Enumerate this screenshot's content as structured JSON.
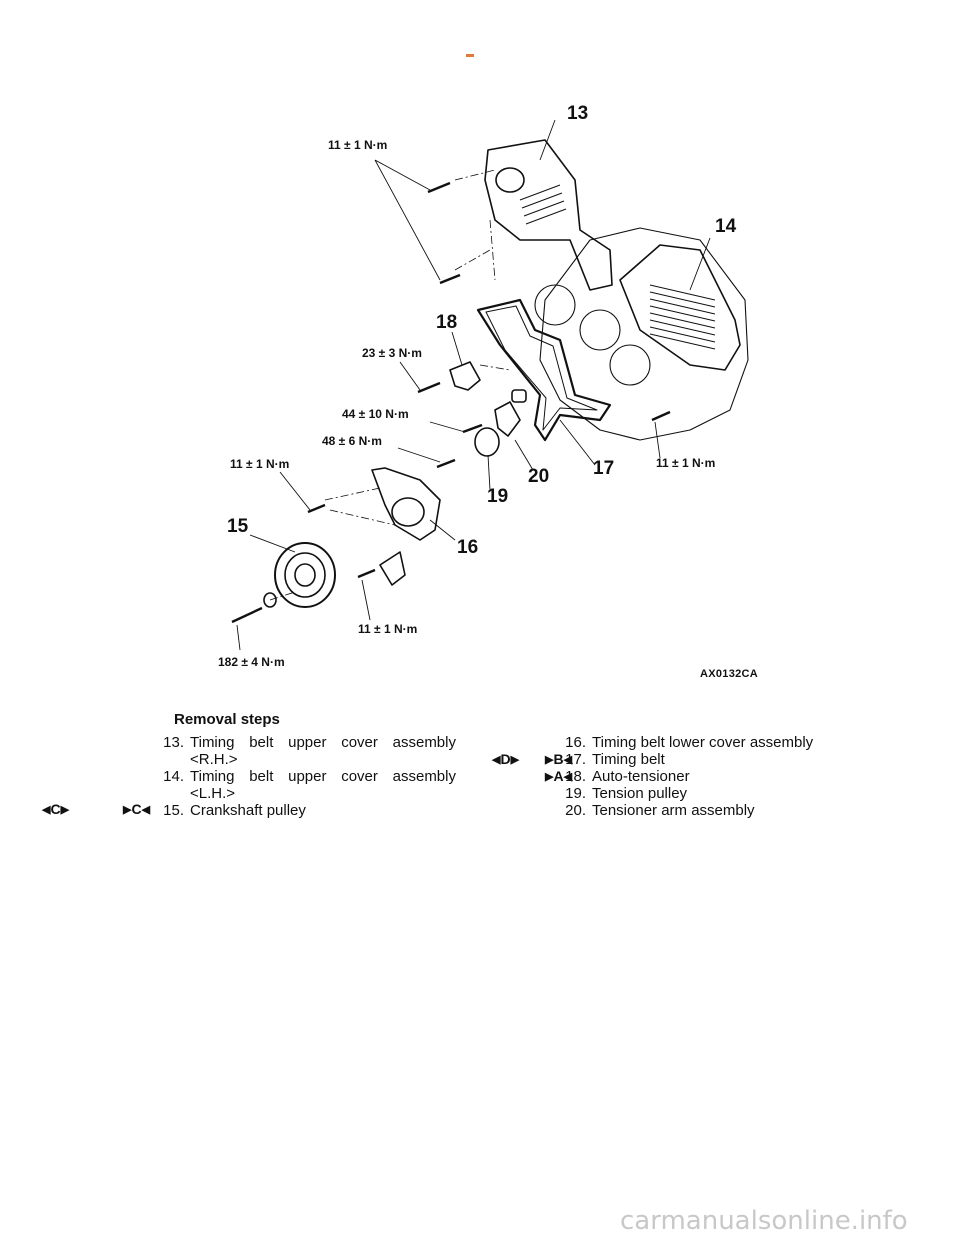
{
  "diagram": {
    "code": "AX0132CA",
    "callouts": [
      "13",
      "14",
      "15",
      "16",
      "17",
      "18",
      "19",
      "20"
    ],
    "torques": {
      "t_cover_upper": "11 ± 1 N·m",
      "t_autotensioner": "23 ± 3 N·m",
      "t_arm": "44 ± 10 N·m",
      "t_pulley": "48 ± 6 N·m",
      "t_lower_cover": "11 ± 1 N·m",
      "t_right": "11 ± 1 N·m",
      "t_bracket": "11 ± 1 N·m",
      "t_crank": "182 ± 4 N·m"
    }
  },
  "removal": {
    "title": "Removal steps",
    "left": [
      {
        "num": "13.",
        "text": "Timing belt upper cover assembly",
        "cont": "<R.H.>",
        "marks": ""
      },
      {
        "num": "14.",
        "text": "Timing belt upper cover assembly",
        "cont": "<L.H.>",
        "marks": ""
      },
      {
        "num": "15.",
        "text": "Crankshaft pulley",
        "cont": "",
        "mark_a": "C",
        "mark_b": "C"
      }
    ],
    "right": [
      {
        "num": "16.",
        "text": "Timing belt lower cover assembly"
      },
      {
        "num": "17.",
        "text": "Timing belt",
        "mark_a": "D",
        "mark_b": "B"
      },
      {
        "num": "18.",
        "text": "Auto-tensioner",
        "mark_b": "A"
      },
      {
        "num": "19.",
        "text": "Tension pulley"
      },
      {
        "num": "20.",
        "text": "Tensioner arm assembly"
      }
    ]
  },
  "footer": "carmanualsonline.info"
}
